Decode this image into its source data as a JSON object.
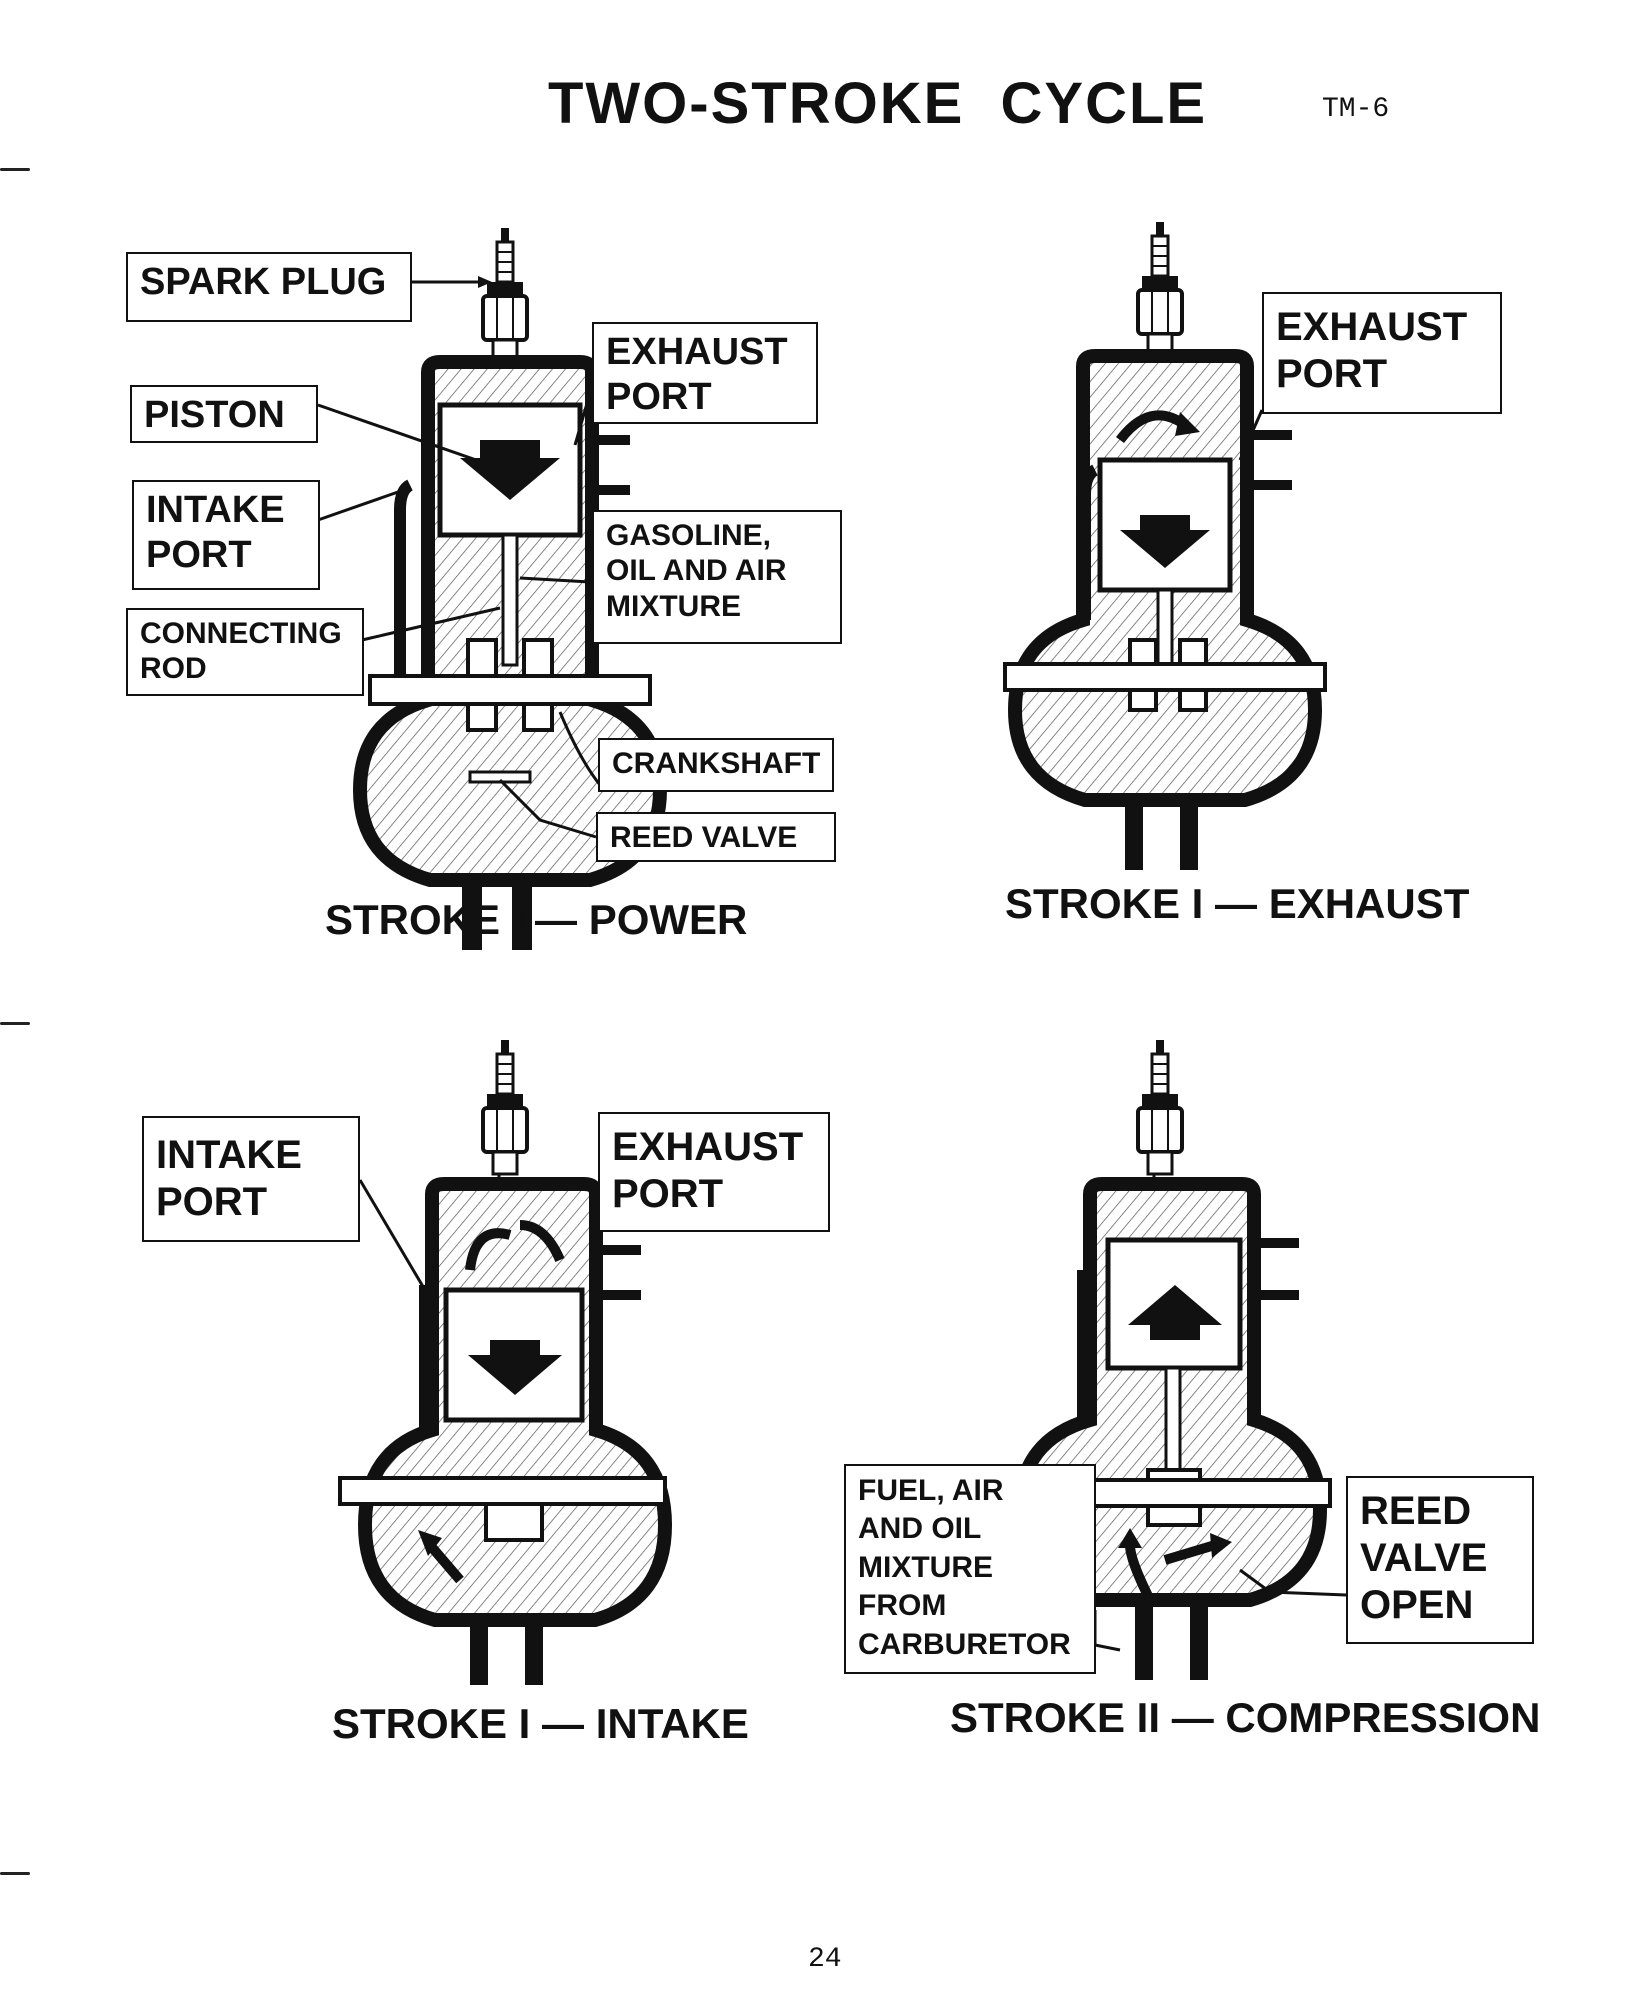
{
  "header": {
    "title": "TWO-STROKE  CYCLE",
    "code": "TM-6"
  },
  "panels": [
    {
      "caption": "STROKE I — POWER",
      "labels": {
        "spark_plug": "SPARK PLUG",
        "piston": "PISTON",
        "exhaust_port": [
          "EXHAUST",
          "PORT"
        ],
        "intake_port": [
          "INTAKE",
          "PORT"
        ],
        "mixture": [
          "GASOLINE,",
          "OIL AND AIR",
          "MIXTURE"
        ],
        "connecting_rod": [
          "CONNECTING",
          "ROD"
        ],
        "crankshaft": "CRANKSHAFT",
        "reed_valve": "REED VALVE"
      }
    },
    {
      "caption": "STROKE I — EXHAUST",
      "labels": {
        "exhaust_port": [
          "EXHAUST",
          "PORT"
        ]
      }
    },
    {
      "caption": "STROKE I — INTAKE",
      "labels": {
        "intake_port": [
          "INTAKE",
          "PORT"
        ],
        "exhaust_port": [
          "EXHAUST",
          "PORT"
        ]
      }
    },
    {
      "caption": "STROKE II — COMPRESSION",
      "labels": {
        "fuel_mixture": [
          "FUEL, AIR",
          "AND OIL",
          "MIXTURE",
          "FROM",
          "CARBURETOR"
        ],
        "reed_valve_open": [
          "REED",
          "VALVE",
          "OPEN"
        ]
      }
    }
  ],
  "footer": {
    "page_number": "24"
  }
}
